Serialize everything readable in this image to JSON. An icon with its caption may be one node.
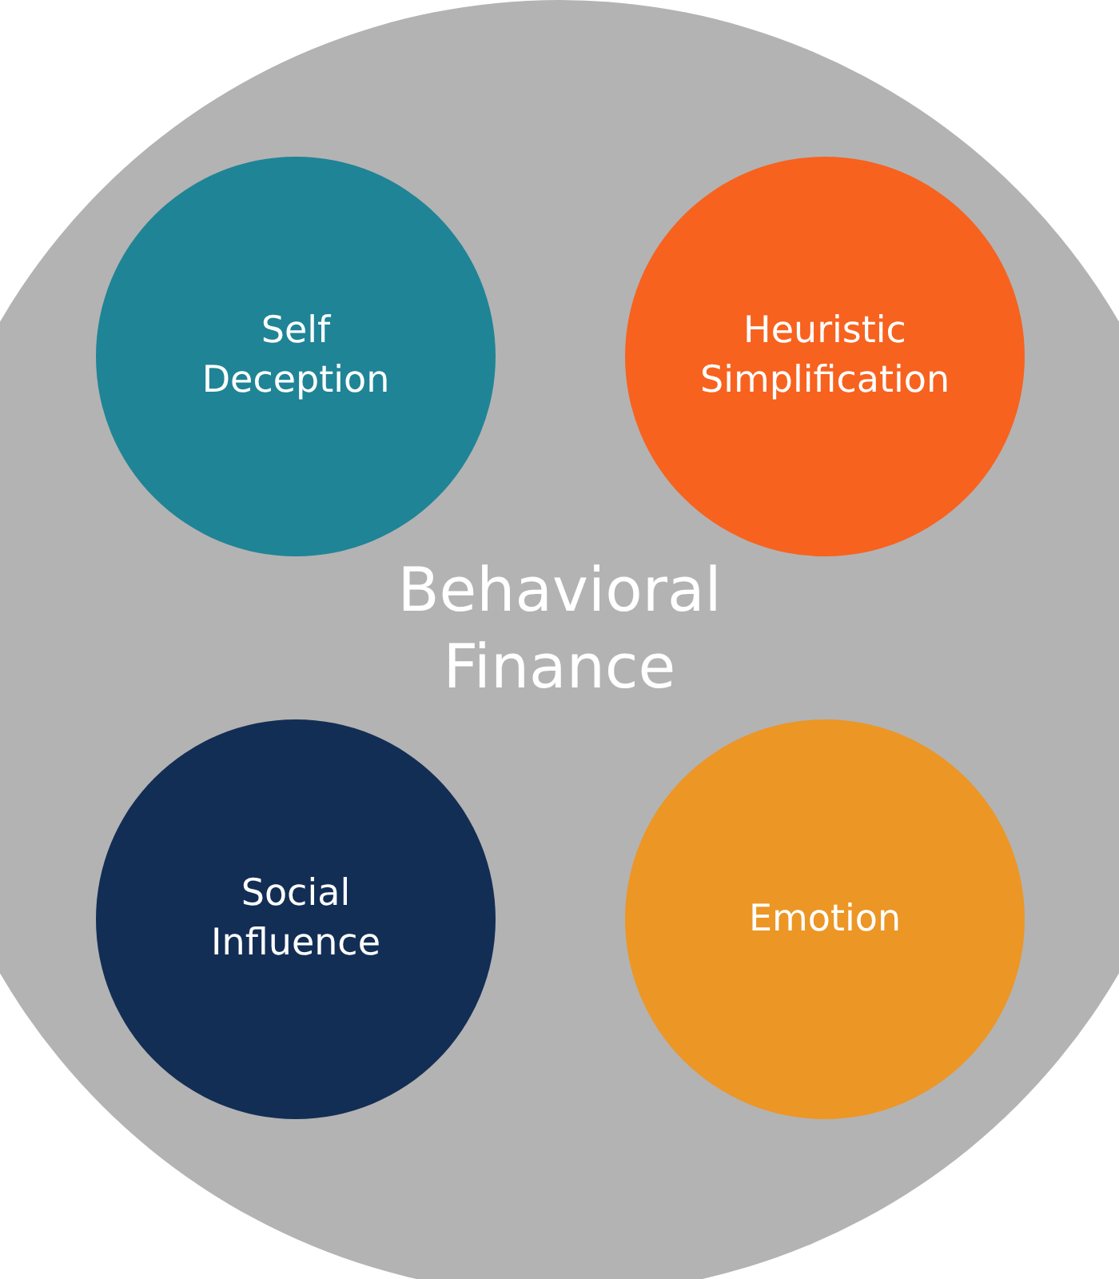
{
  "diagram": {
    "nodes": [
      {
        "text": [
          "Behavioral Finance"
        ]
      },
      {
        "text": [
          "Self Deception"
        ],
        "in": 0
      },
      {
        "text": [
          "Heuristic Simplification"
        ],
        "in": 0
      },
      {
        "text": [
          "Social Influence"
        ],
        "in": 0
      },
      {
        "text": [
          "Emotion"
        ],
        "in": 0
      }
    ]
  }
}
